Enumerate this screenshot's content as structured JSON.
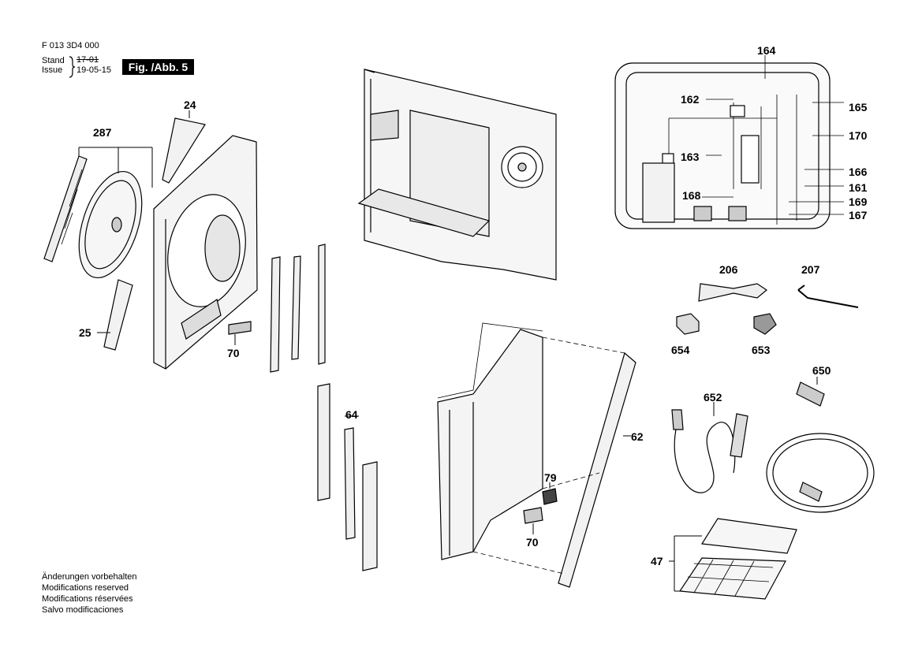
{
  "header": {
    "doc_number": "F 013 3D4 000",
    "stand_label": "Stand",
    "issue_label": "Issue",
    "stand_date": "17-01",
    "issue_date": "19-05-15",
    "figure_label": "Fig. /Abb. 5"
  },
  "callouts": [
    "24",
    "287",
    "25",
    "70",
    "64",
    "62",
    "79",
    "70",
    "164",
    "162",
    "165",
    "170",
    "163",
    "166",
    "161",
    "168",
    "169",
    "167",
    "206",
    "207",
    "654",
    "653",
    "650",
    "652",
    "47"
  ],
  "footer": {
    "notes": [
      "Änderungen vorbehalten",
      "Modifications reserved",
      "Modifications réservées",
      "Salvo modificaciones"
    ]
  }
}
